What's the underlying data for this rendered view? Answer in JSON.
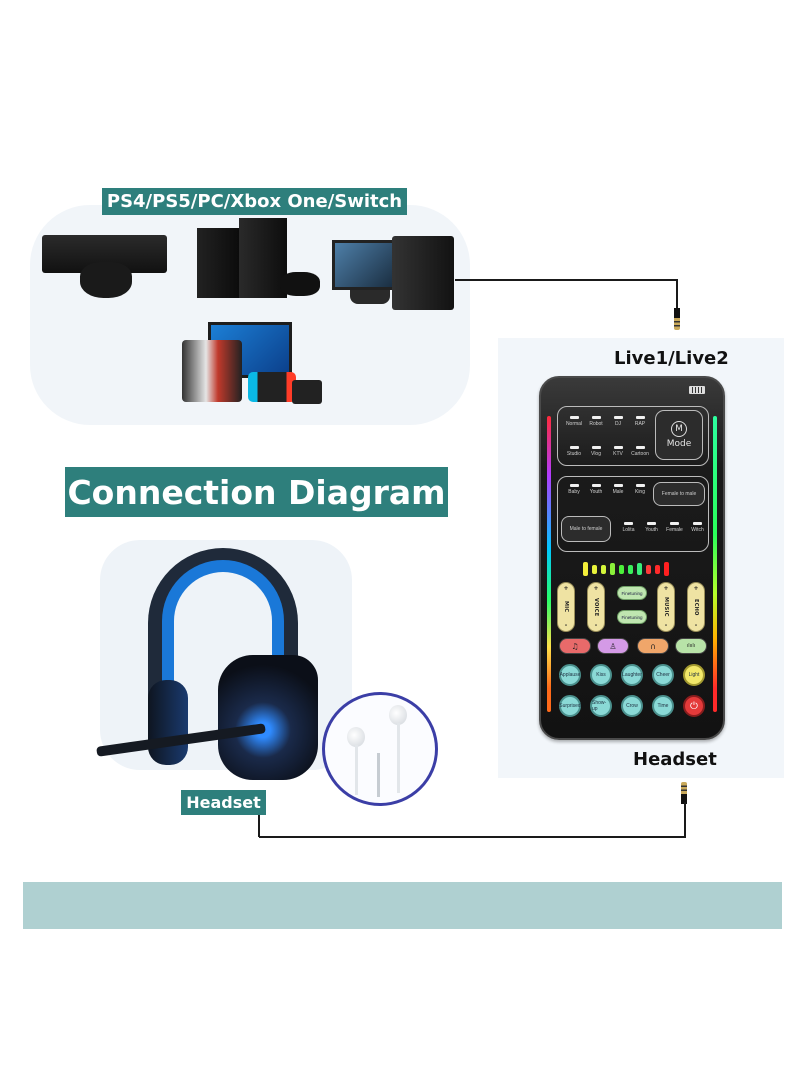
{
  "diagram": {
    "title": "Connection Diagram",
    "source_devices": {
      "label": "PS4/PS5/PC/Xbox One/Switch",
      "items": [
        "Xbox One console with controller",
        "PS4/PS5 consoles with controller",
        "Gaming PC with monitor",
        "Tablets, phones and Nintendo Switch"
      ]
    },
    "voice_changer": {
      "input_label": "Live1/Live2",
      "output_label": "Headset",
      "mode_effects": [
        "Normal",
        "Robot",
        "DJ",
        "RAP",
        "Studio",
        "Vlog",
        "KTV",
        "Cartoon"
      ],
      "mode_button": {
        "glyph": "M",
        "label": "Mode"
      },
      "voice_effects_top": [
        "Baby",
        "Youth",
        "Male",
        "King"
      ],
      "female_to_male": "Female to male",
      "male_to_female": "Male to female",
      "voice_effects_bottom": [
        "Lolita",
        "Youth",
        "Female",
        "Witch"
      ],
      "level_meter_colors": [
        "#f4ee3a",
        "#e8f23a",
        "#d4f53a",
        "#8af03a",
        "#4cf03a",
        "#3aef5a",
        "#3aee7a",
        "#ff3a3a",
        "#ff2a2a",
        "#ff2020"
      ],
      "sliders": [
        {
          "plus": "+",
          "label": "MIC",
          "minus": "-"
        },
        {
          "plus": "+",
          "label": "VOICE",
          "minus": "-"
        },
        {
          "plus": "+",
          "label": "MUSIC",
          "minus": "-"
        },
        {
          "plus": "+",
          "label": "ECHO",
          "minus": "-"
        }
      ],
      "finetuning_up": "Finetuning",
      "finetuning_down": "Finetuning",
      "function_buttons": [
        {
          "icon": "music-note-icon",
          "glyph": "♫"
        },
        {
          "icon": "person-scooter-icon",
          "glyph": "♙"
        },
        {
          "icon": "headphone-icon",
          "glyph": "∩"
        },
        {
          "icon": "sound-wave-icon",
          "glyph": "ılıılı"
        }
      ],
      "sound_pads_row1": [
        "Applause",
        "Kiss",
        "Laughter",
        "Cheer",
        "Light"
      ],
      "sound_pads_row2": [
        "Surprised",
        "Show-up",
        "Crow",
        "Time",
        "⏻"
      ]
    },
    "headset": {
      "label": "Headset",
      "earbuds_inset": "wired earphones with 3.5mm jack"
    }
  },
  "colors": {
    "label_teal": "#2e7f7c",
    "bottom_bar": "#afd0d1",
    "panel_bg": "#f1f5f9",
    "headset_blue": "#1a78d8",
    "earbud_ring": "#3b3ea6"
  }
}
